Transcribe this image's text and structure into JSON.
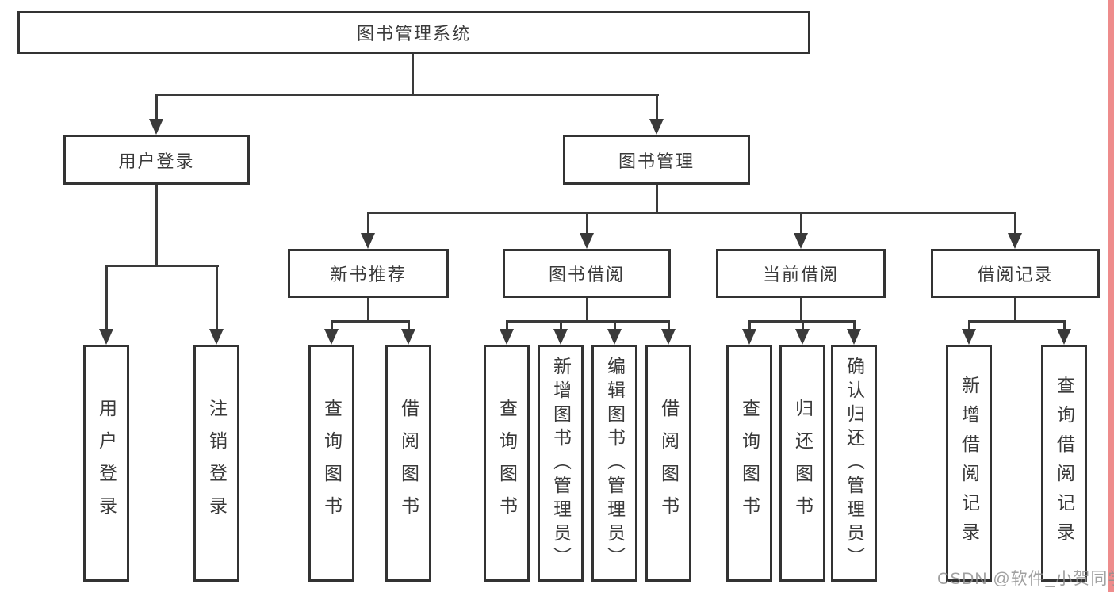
{
  "tree": {
    "root": {
      "label": "图书管理系统"
    },
    "level2": [
      {
        "label": "用户登录",
        "children": [
          "用户登录",
          "注销登录"
        ]
      },
      {
        "label": "图书管理",
        "children": [
          {
            "label": "新书推荐",
            "children": [
              "查询图书",
              "借阅图书"
            ]
          },
          {
            "label": "图书借阅",
            "children": [
              "查询图书",
              "新增图书（管理员）",
              "编辑图书（管理员）",
              "借阅图书"
            ]
          },
          {
            "label": "当前借阅",
            "children": [
              "查询图书",
              "归还图书",
              "确认归还（管理员）"
            ]
          },
          {
            "label": "借阅记录",
            "children": [
              "新增借阅记录",
              "查询借阅记录"
            ]
          }
        ]
      }
    ]
  },
  "watermark": {
    "text": "CSDN @软件_小贺同学"
  },
  "colors": {
    "line": "#3a3a3a",
    "border": "#333333",
    "text": "#3a3a3a",
    "watermark": "#919191",
    "accent_strip": "#ee8c8c",
    "background": "#ffffff"
  }
}
